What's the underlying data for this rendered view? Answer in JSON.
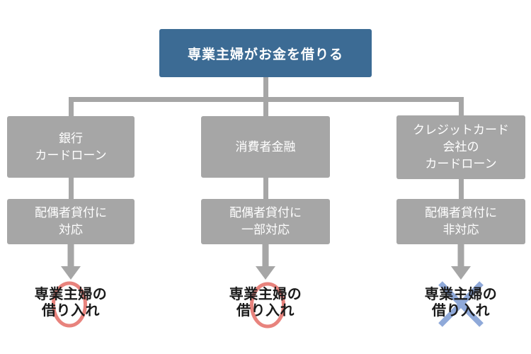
{
  "colors": {
    "background": "#ffffff",
    "root_fill": "#3c6b94",
    "node_fill": "#a6a6a6",
    "connector": "#a6a6a6",
    "circle_mark": "#e8837d",
    "cross_mark": "#8fa9d9",
    "text_on_fill": "#ffffff",
    "outcome_text": "#1a1a1a"
  },
  "root": {
    "label": "専業主婦がお金を借りる"
  },
  "columns": [
    {
      "channel": "銀行\nカードローン",
      "spousal_support": "配偶者貸付に\n対応",
      "outcome": "専業主婦の\n借り入れ",
      "mark": "circle"
    },
    {
      "channel": "消費者金融",
      "spousal_support": "配偶者貸付に\n一部対応",
      "outcome": "専業主婦の\n借り入れ",
      "mark": "circle"
    },
    {
      "channel": "クレジットカード\n会社の\nカードローン",
      "spousal_support": "配偶者貸付に\n非対応",
      "outcome": "専業主婦の\n借り入れ",
      "mark": "cross"
    }
  ]
}
